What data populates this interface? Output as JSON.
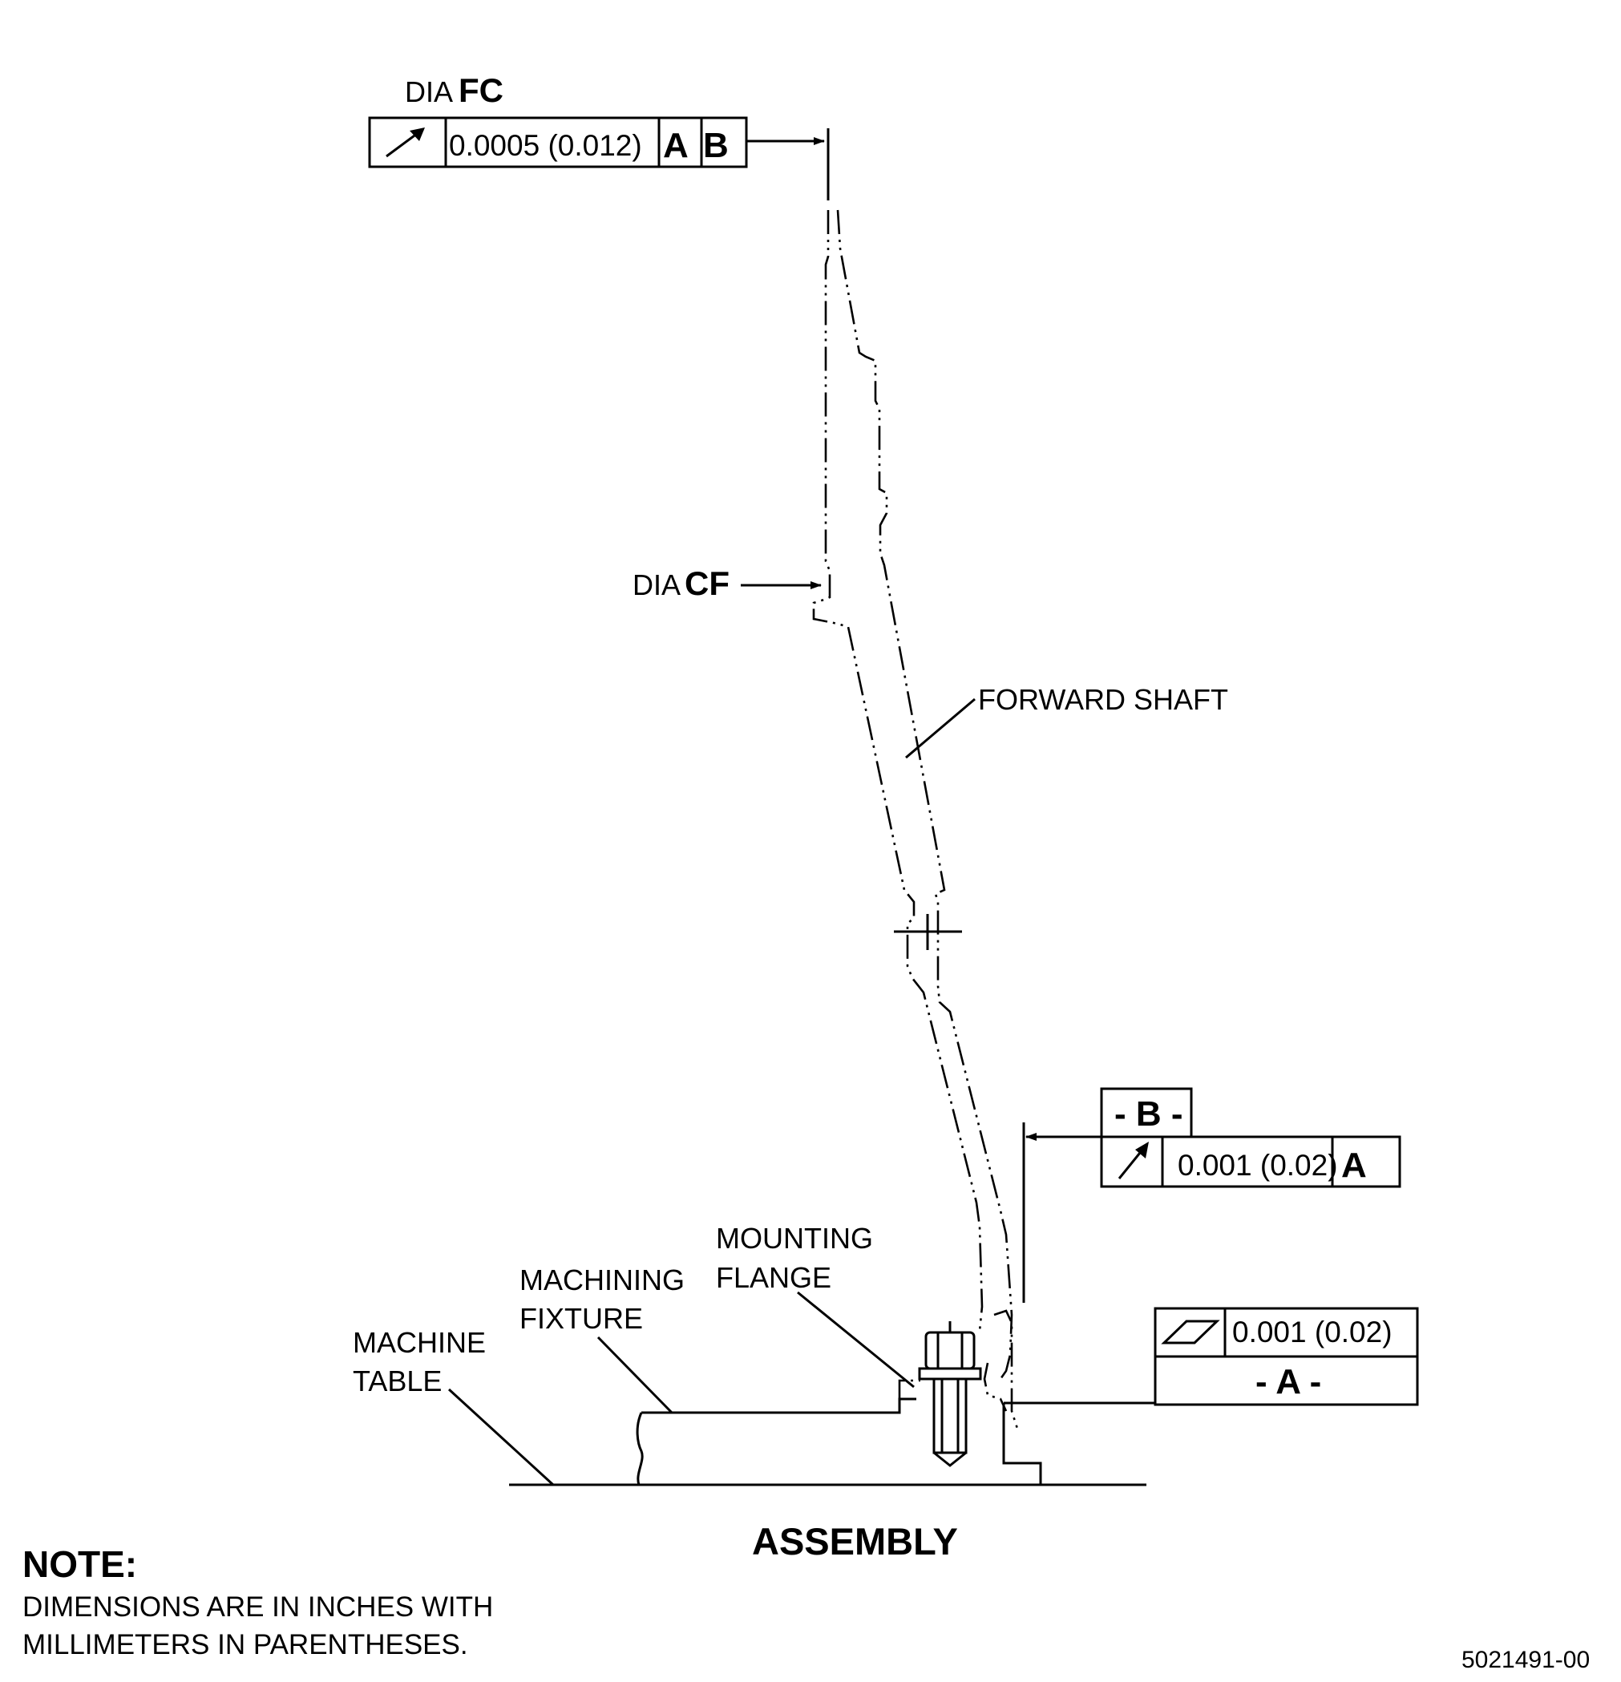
{
  "top_callout": {
    "dia_label": "DIA",
    "feature": "FC",
    "fcf": {
      "symbol": "circular-runout-icon",
      "tolerance": "0.0005 (0.012)",
      "datum_1": "A",
      "datum_2": "B"
    }
  },
  "mid_callout": {
    "dia_label": "DIA",
    "feature": "CF"
  },
  "labels": {
    "forward_shaft": "FORWARD SHAFT",
    "mounting_flange": [
      "MOUNTING",
      "FLANGE"
    ],
    "machining_fixture": [
      "MACHINING",
      "FIXTURE"
    ],
    "machine_table": [
      "MACHINE",
      "TABLE"
    ]
  },
  "datum_b_frame": {
    "datum_label": "- B -",
    "symbol": "circular-runout-icon",
    "tolerance": "0.001 (0.02)",
    "datum_ref": "A"
  },
  "datum_a_frame": {
    "symbol": "flatness-icon",
    "tolerance": "0.001 (0.02)",
    "datum_label": "- A -"
  },
  "title": "ASSEMBLY",
  "note": {
    "heading": "NOTE:",
    "lines": [
      "DIMENSIONS ARE IN INCHES WITH",
      "MILLIMETERS IN PARENTHESES."
    ]
  },
  "figure_id": "5021491-00"
}
